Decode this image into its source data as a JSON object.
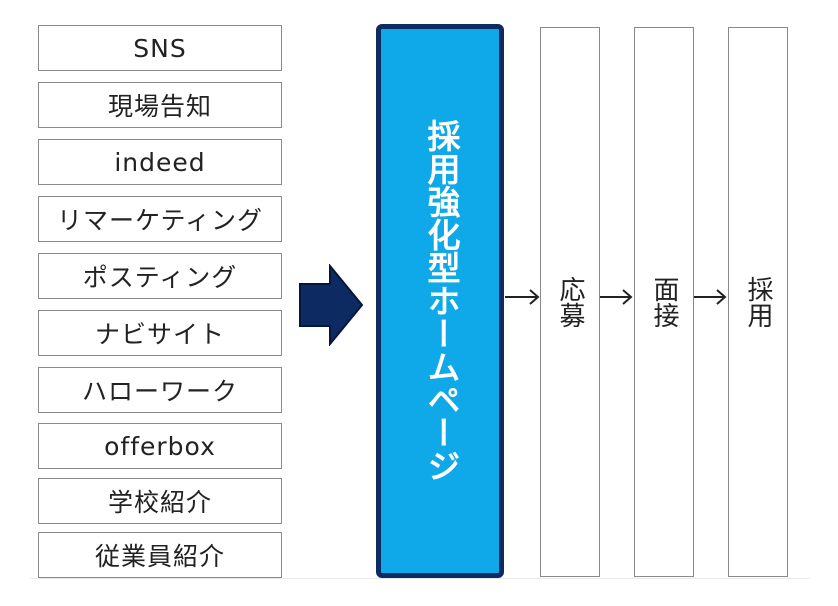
{
  "sources": [
    {
      "label": "SNS"
    },
    {
      "label": "現場告知"
    },
    {
      "label": "indeed"
    },
    {
      "label": "リマーケティング"
    },
    {
      "label": "ポスティング"
    },
    {
      "label": "ナビサイト"
    },
    {
      "label": "ハローワーク"
    },
    {
      "label": "offerbox"
    },
    {
      "label": "学校紹介"
    },
    {
      "label": "従業員紹介"
    }
  ],
  "homepage": {
    "label": "採用強化型ホームページ"
  },
  "steps": [
    {
      "label": "応募"
    },
    {
      "label": "面接"
    },
    {
      "label": "採用"
    }
  ],
  "colors": {
    "homepage_fill": "#0fa8e8",
    "homepage_border": "#0d2a63",
    "big_arrow": "#0d2a63",
    "box_border": "#8a8a8a"
  }
}
